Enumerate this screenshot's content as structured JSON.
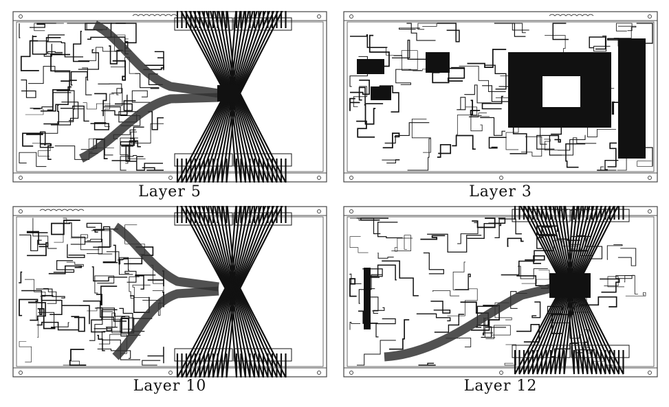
{
  "figure": {
    "panels": [
      {
        "label": "Layer 5"
      },
      {
        "label": "Layer 3"
      },
      {
        "label": "Layer 10"
      },
      {
        "label": "Layer 12"
      }
    ]
  },
  "colors": {
    "trace": "#111111",
    "board_outline": "#444444",
    "background": "#ffffff"
  }
}
